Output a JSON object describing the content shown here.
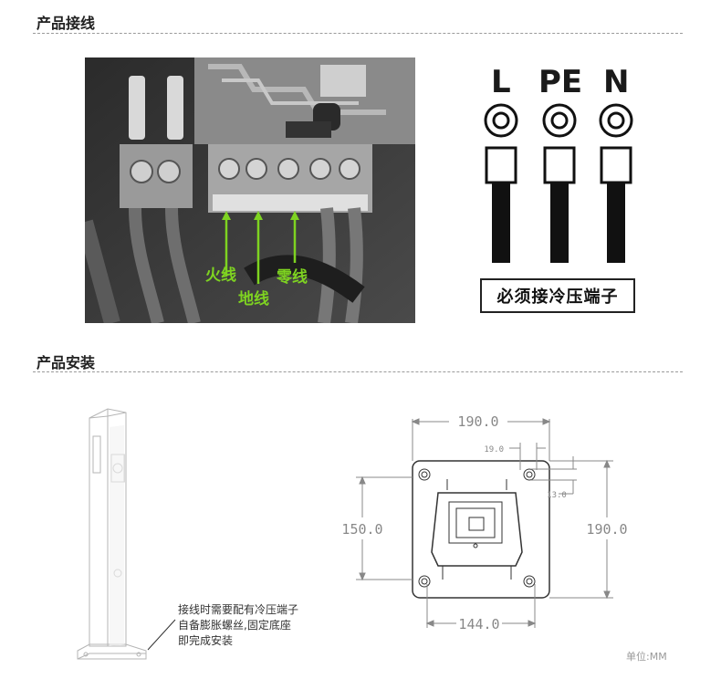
{
  "sections": {
    "wiring_title": "产品接线",
    "install_title": "产品安装"
  },
  "photo": {
    "labels": {
      "live": "火线",
      "ground": "地线",
      "neutral": "零线"
    },
    "accent_color": "#7ed321"
  },
  "terminals": {
    "letters": [
      "L",
      "PE",
      "N"
    ],
    "crimp_note": "必须接冷压端子"
  },
  "install": {
    "note_lines": [
      "接线时需要配有冷压端子",
      "自备膨胀螺丝,固定底座",
      "即完成安装"
    ],
    "dimensions": {
      "top_width": "190.0",
      "left_height": "150.0",
      "right_height": "190.0",
      "bottom_width": "144.0",
      "hole_offset": "19.0",
      "hole_size": "13.0"
    },
    "unit": "单位:MM"
  },
  "colors": {
    "heading": "#222222",
    "rule": "#9a9a9a",
    "label_green": "#7ed321"
  }
}
